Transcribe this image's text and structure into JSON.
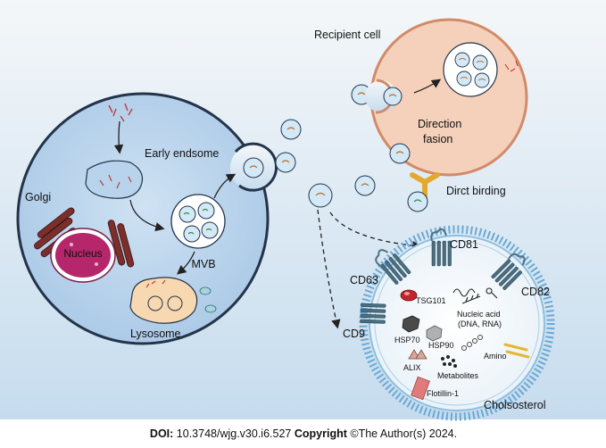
{
  "labels": {
    "recipient_cell": "Recipient cell",
    "direction_fusion": [
      "Direction",
      "fasion"
    ],
    "early_endosome": "Early endsome",
    "golgi": "Golgi",
    "nucleus": "Nucleus",
    "mvb": "MVB",
    "lysosome": "Lysosome",
    "direct_binding": "Dirct birding",
    "cd81": "CD81",
    "cd63": "CD63",
    "cd82": "CD82",
    "cd9": "CD9",
    "tsg101": "TSG101",
    "nucleic_acid": [
      "Nucleic acid",
      "(DNA, RNA)"
    ],
    "hsp70": "HSP70",
    "hsp90": "HSP90",
    "amino": "Amino",
    "alix": "ALIX",
    "metabolites": "Metabolites",
    "flotillin": "Flotillin-1",
    "cholesterol": "Cholsosterol"
  },
  "footer": {
    "doi_label": "DOI:",
    "doi_value": "10.3748/wjg.v30.i6.527",
    "copyright_label": "Copyright",
    "copyright_value": "©The Author(s) 2024."
  },
  "colors": {
    "background_top": "#f3f6f8",
    "background_bottom": "#c9dff0",
    "donor_cell": "#bcd6ee",
    "donor_membrane": "#2a3a4e",
    "recipient_cell": "#f5d1bb",
    "recipient_membrane": "#d28a68",
    "vesicle": "#d4e9f7",
    "lysosome": "#f8d8b0",
    "golgi": "#7b2f2a",
    "nucleus": "#b6266a",
    "tetraspanin": "#4b6f82",
    "binding_ligand": "#e4a92c"
  }
}
